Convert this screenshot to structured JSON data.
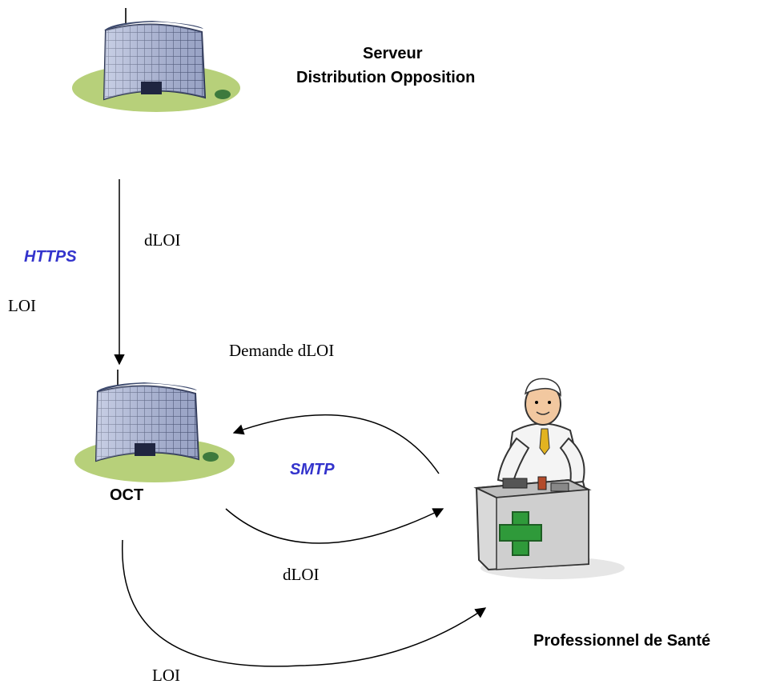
{
  "nodes": {
    "server": {
      "title_line1": "Serveur",
      "title_line2": "Distribution Opposition",
      "icon": "office-building-icon"
    },
    "oct": {
      "label": "OCT",
      "icon": "office-building-icon"
    },
    "professional": {
      "label": "Professionnel de Santé",
      "icon": "pharmacist-counter-icon"
    }
  },
  "edges": {
    "server_to_oct": {
      "protocol": "HTTPS",
      "message": "dLOI",
      "side_label": "LOI"
    },
    "professional_to_oct": {
      "message": "Demande dLOI"
    },
    "oct_to_professional": {
      "protocol": "SMTP",
      "message": "dLOI"
    },
    "oct_to_professional_loi": {
      "message": "LOI"
    }
  },
  "colors": {
    "protocol_text": "#3333cc",
    "building_roof": "#3d4a6e",
    "building_glass": "#aeb7d6",
    "building_grid": "#2a3352",
    "lawn": "#b7d07a",
    "cross_green": "#2f9a3a",
    "coat_white": "#f4f4f4"
  }
}
